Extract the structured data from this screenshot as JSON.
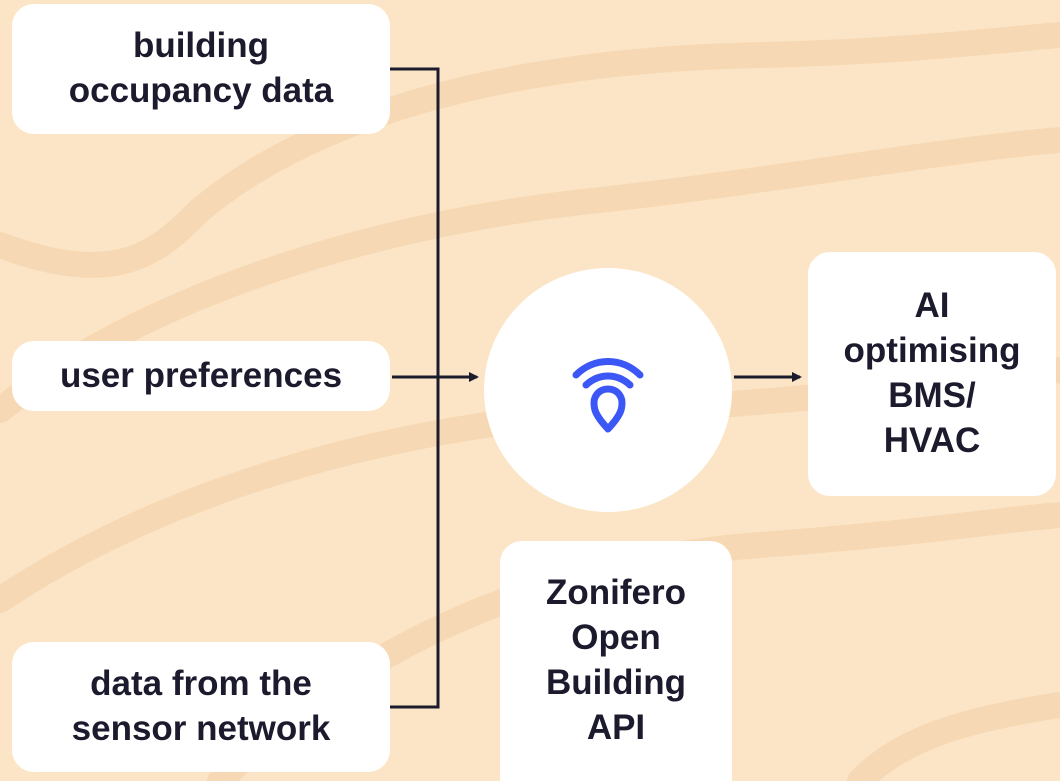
{
  "inputs": {
    "occupancy": "building\noccupancy data",
    "preferences": "user preferences",
    "sensor": "data from the\nsensor network"
  },
  "hub": {
    "icon": "wifi-location-icon",
    "icon_color": "#3b57f5"
  },
  "api_label": "Zonifero\nOpen\nBuilding\nAPI",
  "output": "AI\noptimising\nBMS/\nHVAC",
  "colors": {
    "background": "#fce5c6",
    "card": "#ffffff",
    "text": "#1c1b2e",
    "connector": "#1c1b2e"
  }
}
